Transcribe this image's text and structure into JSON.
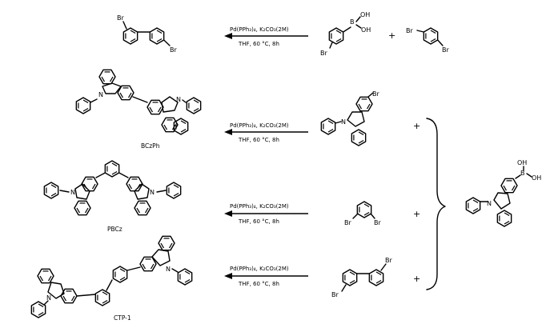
{
  "reactions": [
    {
      "conditions_top": "Pd(PPh₃)₄, K₂CO₃(2M)",
      "conditions_bottom": "THF, 60 °C, 8h"
    },
    {
      "conditions_top": "Pd(PPh₃)₄, K₂CO₃(2M)",
      "conditions_bottom": "THF, 60 °C, 8h",
      "product_name": "BCzPh"
    },
    {
      "conditions_top": "Pd(PPh₃)₄, K₂CO₃(2M)",
      "conditions_bottom": "THF, 60 °C, 8h",
      "product_name": "PBCz"
    },
    {
      "conditions_top": "Pd(PPh₃)₄, K₂CO₃(2M)",
      "conditions_bottom": "THF, 60 °C, 8h",
      "product_name": "CTP-1"
    }
  ],
  "symbols": {
    "plus": "+",
    "brace": "}"
  },
  "atoms": {
    "bromine": "Br",
    "nitrogen": "N",
    "boron": "B",
    "hydroxyl": "OH"
  }
}
